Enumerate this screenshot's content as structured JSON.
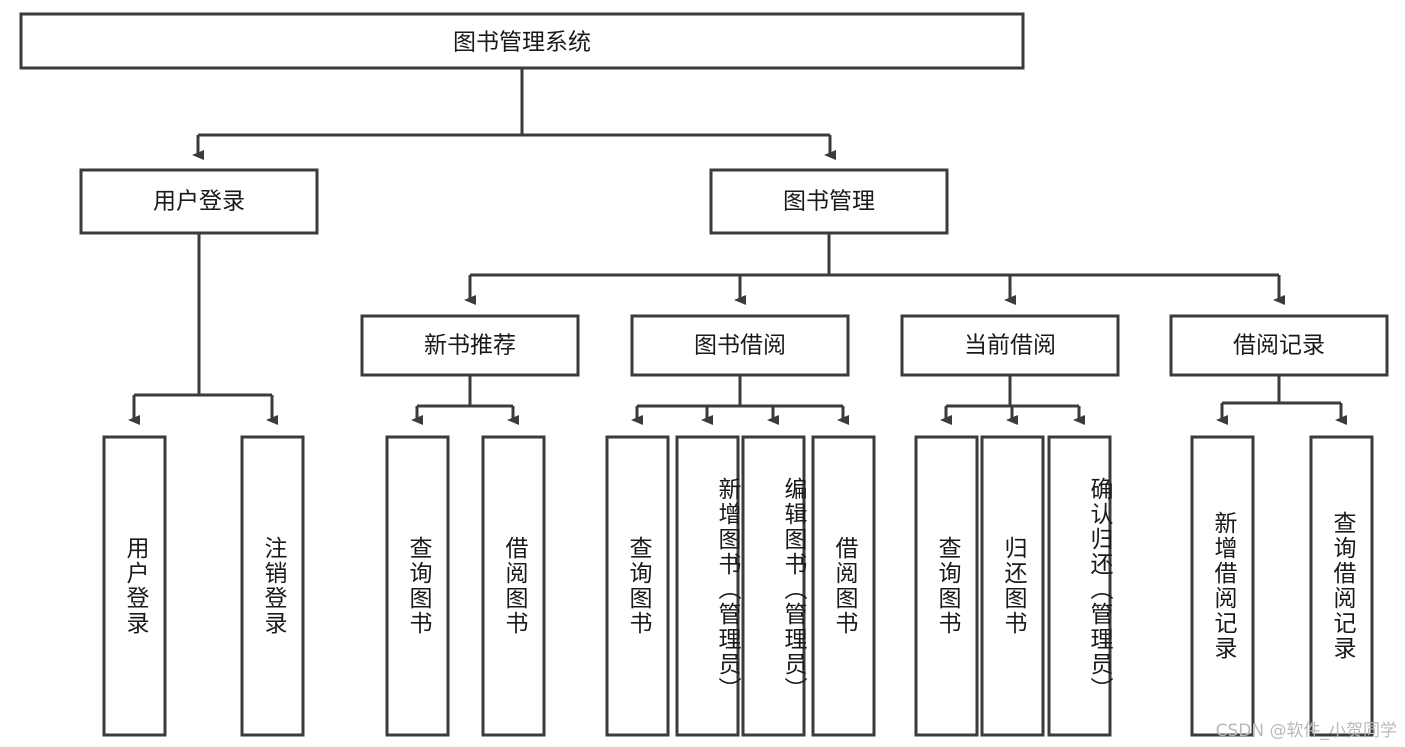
{
  "diagram": {
    "title": "图书管理系统",
    "type": "tree",
    "watermark": "CSDN @软件_小贺同学",
    "colors": {
      "stroke": "#3b3b3b",
      "fill": "#ffffff",
      "text": "#1a1a1a",
      "watermark": "#b9b9b9"
    },
    "root": {
      "label": "图书管理系统"
    },
    "level2": [
      {
        "label": "用户登录"
      },
      {
        "label": "图书管理"
      }
    ],
    "level3": [
      {
        "label": "新书推荐"
      },
      {
        "label": "图书借阅"
      },
      {
        "label": "当前借阅"
      },
      {
        "label": "借阅记录"
      }
    ],
    "leaves": {
      "user_login": [
        {
          "label": "用户登录"
        },
        {
          "label": "注销登录"
        }
      ],
      "new_book": [
        {
          "label": "查询图书"
        },
        {
          "label": "借阅图书"
        }
      ],
      "book_borrow": [
        {
          "label": "查询图书"
        },
        {
          "label": "新增图书（管理员）"
        },
        {
          "label": "编辑图书（管理员）"
        },
        {
          "label": "借阅图书"
        }
      ],
      "current_borrow": [
        {
          "label": "查询图书"
        },
        {
          "label": "归还图书"
        },
        {
          "label": "确认归还（管理员）"
        }
      ],
      "borrow_record": [
        {
          "label": "新增借阅记录"
        },
        {
          "label": "查询借阅记录"
        }
      ]
    }
  }
}
